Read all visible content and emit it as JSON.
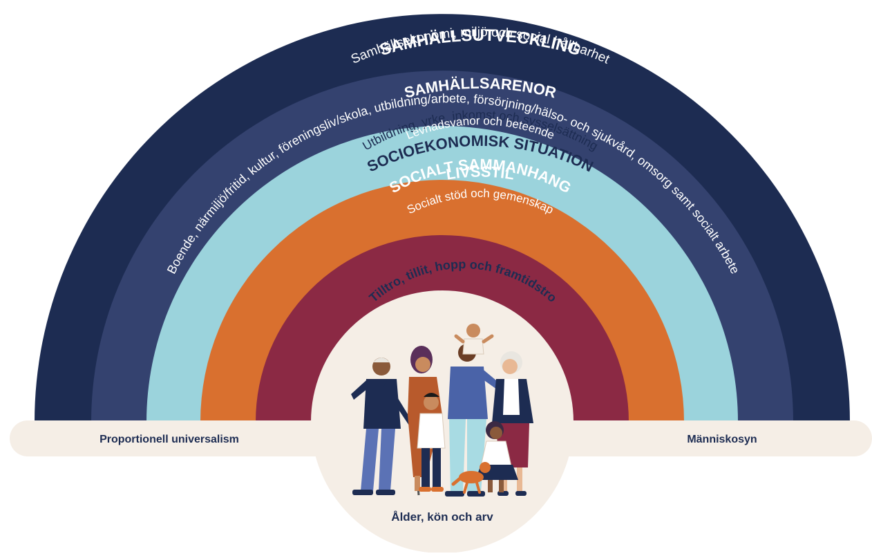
{
  "colors": {
    "samhallsutveckling": "#1d2c52",
    "samhallsarenor": "#34426f",
    "socioekonomisk": "#9bd3dc",
    "livsstil": "#d9702f",
    "socialt": "#8b2944",
    "center": "#f5eee6",
    "bar": "#f5eee6"
  },
  "layers": [
    {
      "id": "samhallsutveckling",
      "title": "SAMHÄLLSUTVECKLING",
      "subtitle": "Samhällsekonomi, miljö och social hållbarhet"
    },
    {
      "id": "samhallsarenor",
      "title": "SAMHÄLLSARENOR",
      "subtitle": "Boende, närmiljö/fritid, kultur, föreningsliv/skola, utbildning/arbete, försörjning/hälso- och sjukvård, omsorg samt socialt arbete"
    },
    {
      "id": "socioekonomisk",
      "title": "SOCIOEKONOMISK SITUATION",
      "subtitle": "Utbildning, yrke, inkomst och sysselsättning"
    },
    {
      "id": "livsstil",
      "title": "LIVSSTIL",
      "subtitle": "Levnadsvanor och beteende"
    },
    {
      "id": "socialt",
      "title": "SOCIALT SAMMANHANG",
      "subtitle": "Socialt stöd och gemenskap"
    }
  ],
  "center": {
    "arc_text": "Tilltro, tillit, hopp och framtidstro",
    "bottom_label": "Ålder, kön och arv",
    "illustration": "family-illustration"
  },
  "bar": {
    "left_label": "Proportionell universalism",
    "right_label": "Människosyn"
  }
}
